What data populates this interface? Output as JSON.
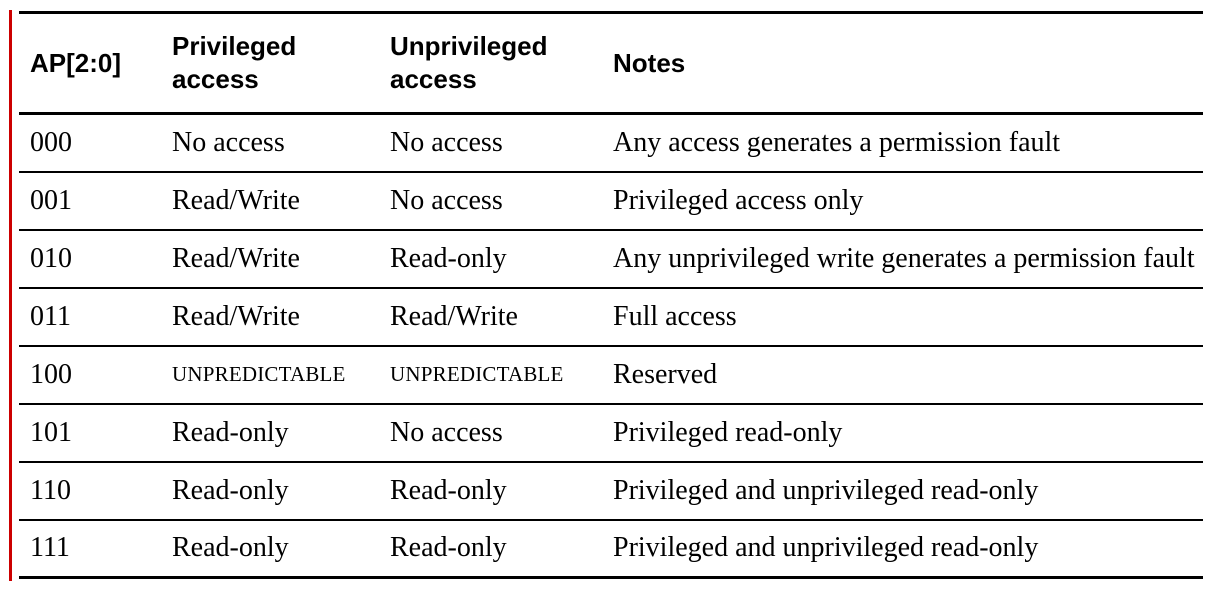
{
  "page": {
    "background_color": "#ffffff",
    "text_color": "#000000",
    "rule_color": "#000000",
    "change_bar_color": "#cc0000"
  },
  "table": {
    "columns": [
      {
        "label": "AP[2:0]"
      },
      {
        "label": "Privileged access"
      },
      {
        "label": "Unprivileged access"
      },
      {
        "label": "Notes"
      }
    ],
    "rows": [
      [
        "000",
        "No access",
        "No access",
        "Any access generates a permission fault"
      ],
      [
        "001",
        "Read/Write",
        "No access",
        "Privileged access only"
      ],
      [
        "010",
        "Read/Write",
        "Read-only",
        "Any unprivileged write generates a permission fault"
      ],
      [
        "011",
        "Read/Write",
        "Read/Write",
        "Full access"
      ],
      [
        "100",
        "UNPREDICTABLE",
        "UNPREDICTABLE",
        "Reserved"
      ],
      [
        "101",
        "Read-only",
        "No access",
        "Privileged read-only"
      ],
      [
        "110",
        "Read-only",
        "Read-only",
        "Privileged and unprivileged read-only"
      ],
      [
        "111",
        "Read-only",
        "Read-only",
        "Privileged and unprivileged read-only"
      ]
    ]
  }
}
